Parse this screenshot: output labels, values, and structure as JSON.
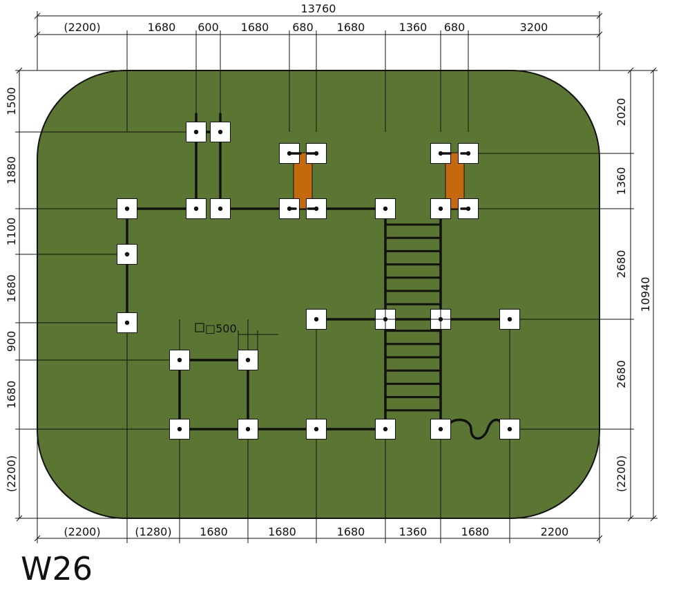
{
  "drawing_code": "W26",
  "colors": {
    "surface": "#5b7533",
    "panel": "#c5690f",
    "posts": "#ffffff",
    "lines": "#111111"
  },
  "post_size_label": "□500",
  "top_overall": "13760",
  "top_segments": [
    "(2200)",
    "1680",
    "600",
    "1680",
    "680",
    "1680",
    "1360",
    "680",
    "3200"
  ],
  "bottom_segments": [
    "(2200)",
    "(1280)",
    "1680",
    "1680",
    "1680",
    "1360",
    "1680",
    "2200"
  ],
  "left_segments": [
    "1500",
    "1880",
    "1100",
    "1680",
    "900",
    "1680",
    "(2200)"
  ],
  "right_overall": "10940",
  "right_segments": [
    "2020",
    "1360",
    "2680",
    "2680",
    "(2200)"
  ]
}
